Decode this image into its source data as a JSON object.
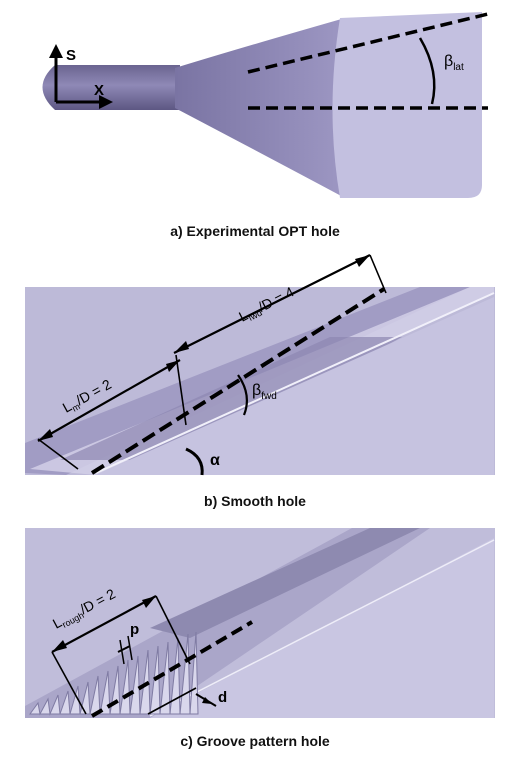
{
  "panels": [
    {
      "id": "a",
      "caption": "a)  Experimental  OPT hole",
      "axis_s": "S",
      "axis_x": "X",
      "angle_label": "β",
      "angle_sub": "lat"
    },
    {
      "id": "b",
      "caption": "b)  Smooth hole",
      "lfwd_main": "L",
      "lfwd_sub": "fwd",
      "lfwd_rest": "/D = 4",
      "lm_main": "L",
      "lm_sub": "m",
      "lm_rest": "/D = 2",
      "beta_main": "β",
      "beta_sub": "fwd",
      "alpha": "α"
    },
    {
      "id": "c",
      "caption": "c)  Groove pattern hole",
      "lrough_main": "L",
      "lrough_sub": "rough",
      "lrough_rest": "/D = 2",
      "p": "p",
      "d": "d"
    }
  ]
}
